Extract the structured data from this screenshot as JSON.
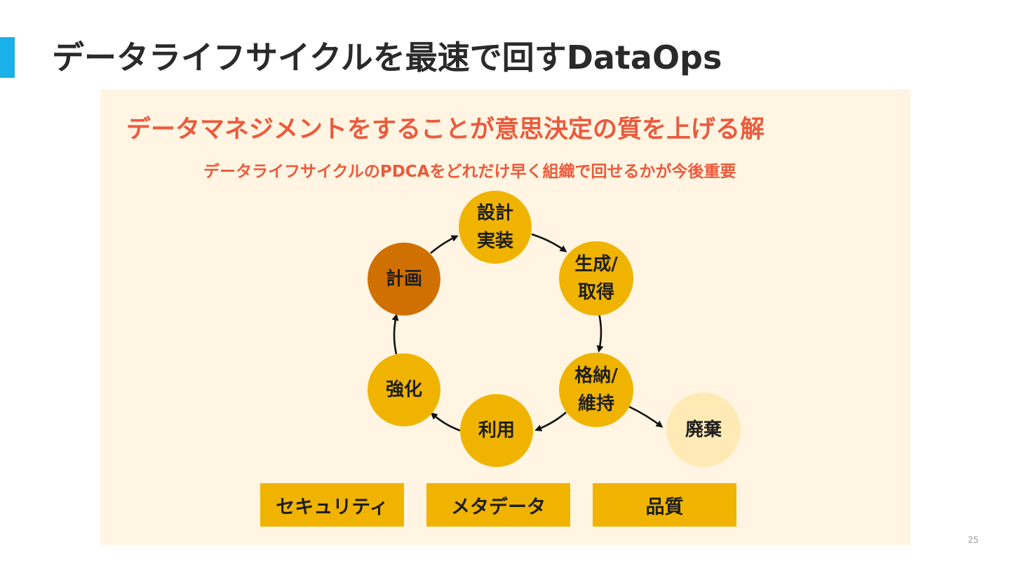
{
  "slide": {
    "title": "データライフサイクルを最速で回すDataOps",
    "page_number": "25"
  },
  "panel": {
    "headline": "データマネジメントをすることが意思決定の質を上げる解",
    "subheadline": "データライフサイクルのPDCAをどれだけ早く組織で回せるかが今後重要"
  },
  "cycle": {
    "nodes": [
      {
        "id": "plan",
        "label": "計画",
        "color": "#d07000"
      },
      {
        "id": "design",
        "label": "設計\n実装",
        "color": "#f0b400"
      },
      {
        "id": "acquire",
        "label": "生成/\n取得",
        "color": "#f0b400"
      },
      {
        "id": "store",
        "label": "格納/\n維持",
        "color": "#f0b400"
      },
      {
        "id": "use",
        "label": "利用",
        "color": "#f0b400"
      },
      {
        "id": "enhance",
        "label": "強化",
        "color": "#f0b400"
      },
      {
        "id": "dispose",
        "label": "廃棄",
        "color": "#ffeab5"
      }
    ]
  },
  "pillars": [
    {
      "label": "セキュリティ"
    },
    {
      "label": "メタデータ"
    },
    {
      "label": "品質"
    }
  ],
  "colors": {
    "accent": "#1ab0e8",
    "title_text": "#2a2a2a",
    "highlight_text": "#ec5a3c",
    "panel_bg": "#fff5e2",
    "node_primary": "#f0b400",
    "node_start": "#d07000",
    "node_end": "#ffeab5"
  }
}
